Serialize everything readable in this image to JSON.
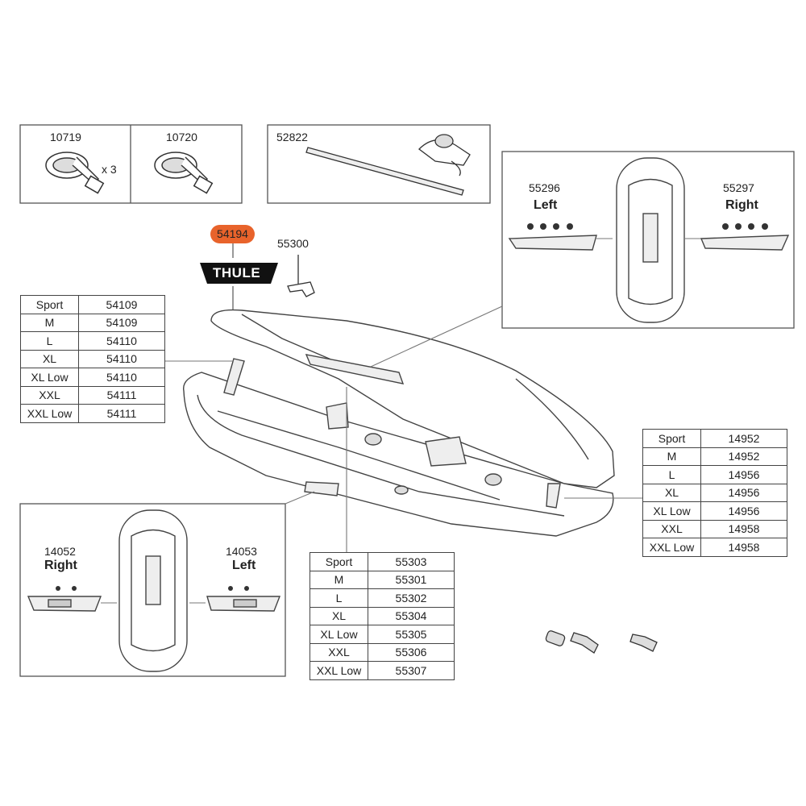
{
  "parts": {
    "strap_a": {
      "number": "10719",
      "qty": "x 3"
    },
    "strap_b": {
      "number": "10720"
    },
    "mount_rail": {
      "number": "52822"
    },
    "logo": {
      "number": "54194",
      "logo_text": "THULE",
      "highlight_color": "#e8632b"
    },
    "clip": {
      "number": "55300"
    },
    "lid_left": {
      "number": "55296",
      "side": "Left"
    },
    "lid_right": {
      "number": "55297",
      "side": "Right"
    },
    "base_right": {
      "number": "14052",
      "side": "Right"
    },
    "base_left": {
      "number": "14053",
      "side": "Left"
    }
  },
  "tables": {
    "hinge": [
      {
        "size": "Sport",
        "part": "54109"
      },
      {
        "size": "M",
        "part": "54109"
      },
      {
        "size": "L",
        "part": "54110"
      },
      {
        "size": "XL",
        "part": "54110"
      },
      {
        "size": "XL Low",
        "part": "54110"
      },
      {
        "size": "XXL",
        "part": "54111"
      },
      {
        "size": "XXL Low",
        "part": "54111"
      }
    ],
    "lock_rail": [
      {
        "size": "Sport",
        "part": "14952"
      },
      {
        "size": "M",
        "part": "14952"
      },
      {
        "size": "L",
        "part": "14956"
      },
      {
        "size": "XL",
        "part": "14956"
      },
      {
        "size": "XL Low",
        "part": "14956"
      },
      {
        "size": "XXL",
        "part": "14958"
      },
      {
        "size": "XXL Low",
        "part": "14958"
      }
    ],
    "handle": [
      {
        "size": "Sport",
        "part": "55303"
      },
      {
        "size": "M",
        "part": "55301"
      },
      {
        "size": "L",
        "part": "55302"
      },
      {
        "size": "XL",
        "part": "55304"
      },
      {
        "size": "XL Low",
        "part": "55305"
      },
      {
        "size": "XXL",
        "part": "55306"
      },
      {
        "size": "XXL Low",
        "part": "55307"
      }
    ]
  }
}
